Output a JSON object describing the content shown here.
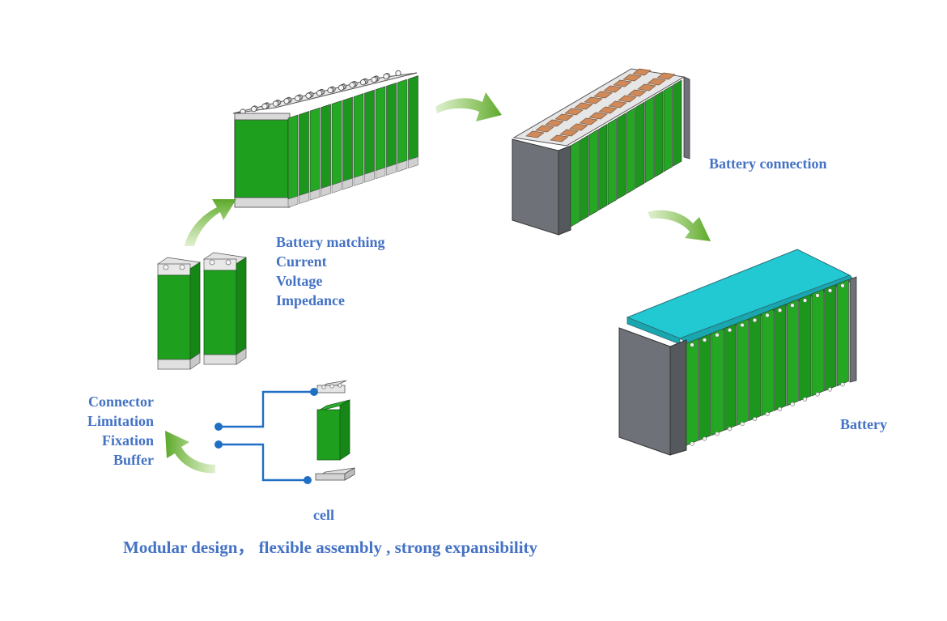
{
  "labels": {
    "battery_matching": [
      "Battery matching",
      "Current",
      "Voltage",
      "Impedance"
    ],
    "battery_connection": "Battery connection",
    "battery": "Battery",
    "connector_group": [
      "Connector",
      "Limitation",
      "Fixation",
      "Buffer"
    ],
    "cell": "cell",
    "caption": "Modular design， flexible assembly , strong expansibility"
  },
  "colors": {
    "text": "#4472c4",
    "cell_green": "#1ea01e",
    "cover_cyan": "#22c8d2",
    "arrow_green": "#7cbf3c",
    "wire_blue": "#1f6fc5",
    "end_plate_gray": "#6e7177"
  }
}
